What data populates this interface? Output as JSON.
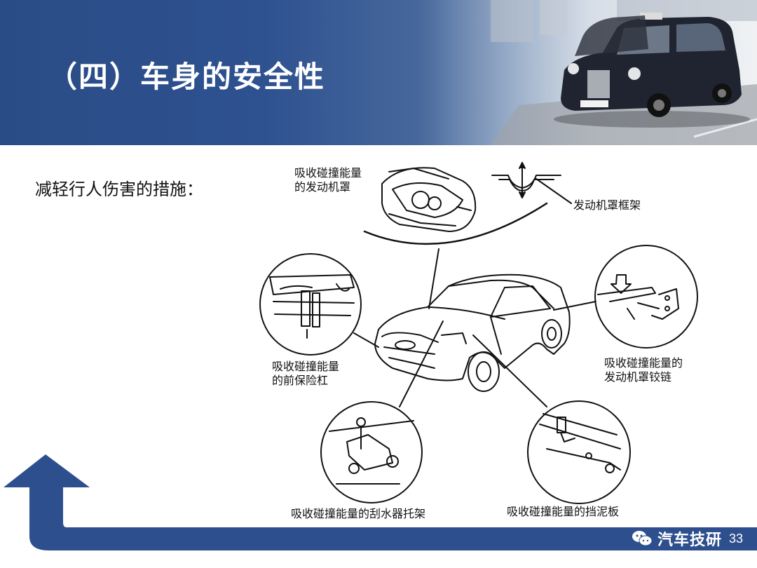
{
  "slide": {
    "title": "（四）车身的安全性",
    "subtitle": "减轻行人伤害的措施：",
    "page_number": "33"
  },
  "labels": {
    "hood": "吸收碰撞能量\n的发动机罩",
    "hood_frame": "发动机罩框架",
    "bumper": "吸收碰撞能量\n的前保险杠",
    "hinge": "吸收碰撞能量的\n发动机罩铰链",
    "wiper": "吸收碰撞能量的刮水器托架",
    "fender": "吸收碰撞能量的挡泥板"
  },
  "watermark": {
    "text": "汽车技研",
    "icon": "wechat-icon"
  },
  "colors": {
    "header_blue": "#2e5190",
    "footer_blue": "#2d4f8e",
    "line": "#111111"
  }
}
